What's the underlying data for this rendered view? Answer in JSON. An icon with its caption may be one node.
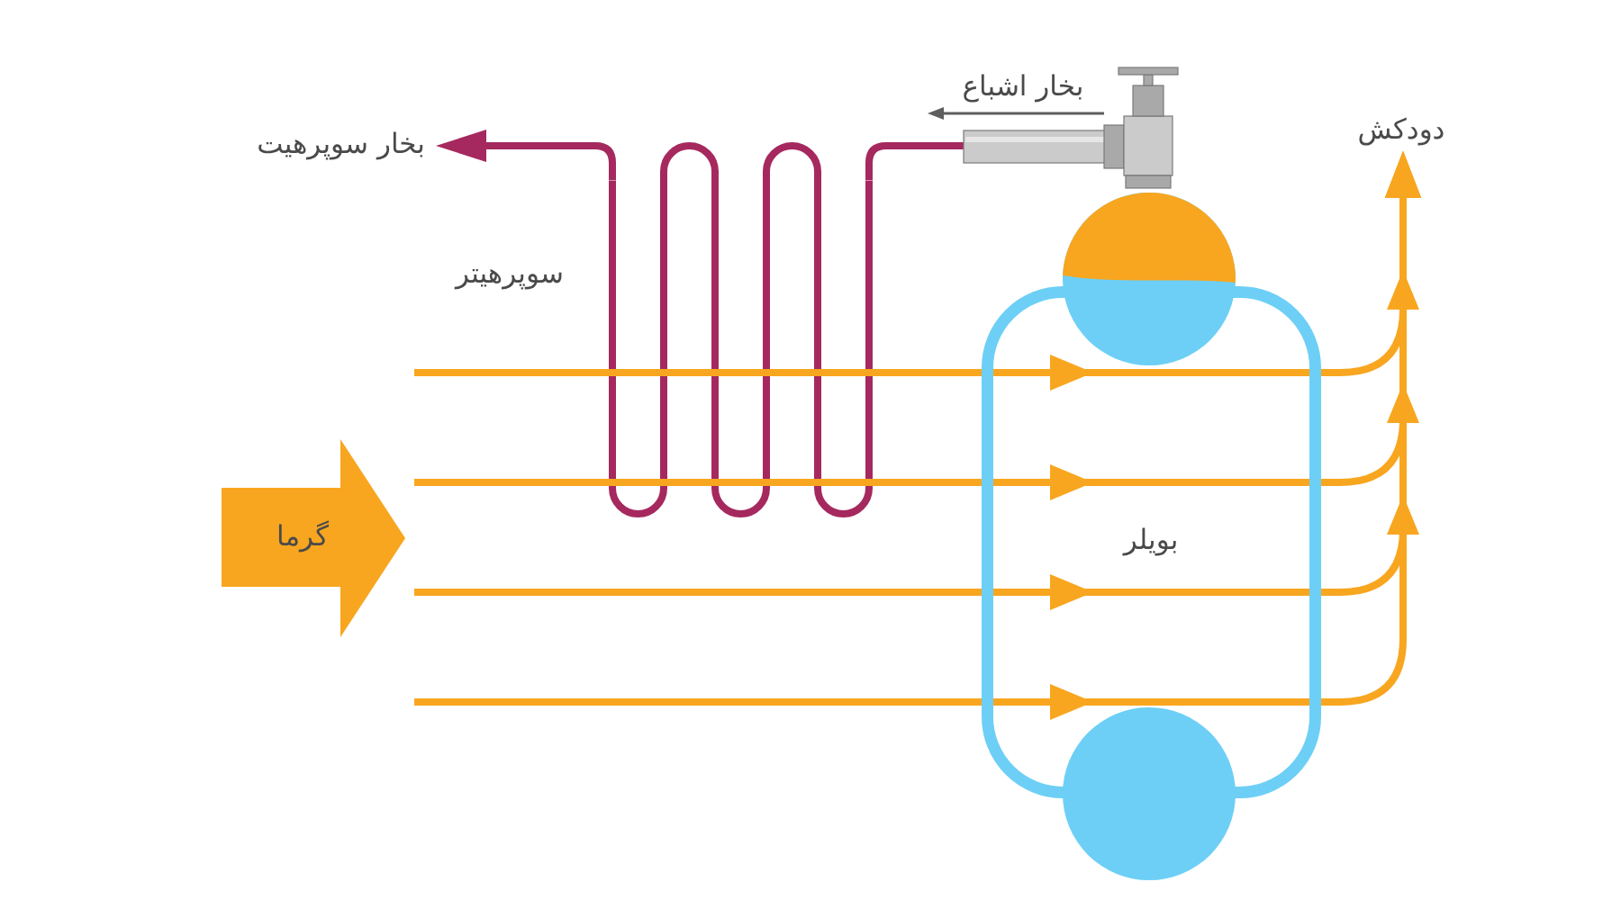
{
  "diagram": {
    "nodes": [
      {
        "text": [
          "بخار سوپرهیت"
        ]
      },
      {
        "text": [],
        "shape": "picture",
        "beside": [
          "سوپرهیتر"
        ]
      },
      {
        "text": [],
        "shape": "picture"
      },
      {
        "text": [
          "دودکش"
        ]
      },
      {
        "text": [],
        "shape": "circle"
      },
      {
        "text": [
          "بویلر"
        ]
      },
      {
        "text": [
          "گرما"
        ]
      },
      {
        "text": [],
        "shape": "circle"
      }
    ],
    "edges": [
      {
        "from": null,
        "to": 3,
        "arrow": "to"
      },
      {
        "from": null,
        "to": 3,
        "arrow": "to"
      },
      {
        "from": null,
        "to": 3,
        "arrow": "to"
      },
      {
        "from": null,
        "to": 3,
        "arrow": "to"
      },
      {
        "from": 1,
        "to": 0,
        "arrow": "to",
        "color": "#a5295e"
      },
      {
        "from": 1,
        "to": 2,
        "arrow": "none",
        "color": "#a5295e"
      }
    ],
    "labels": [
      "بخار اشباع"
    ]
  }
}
